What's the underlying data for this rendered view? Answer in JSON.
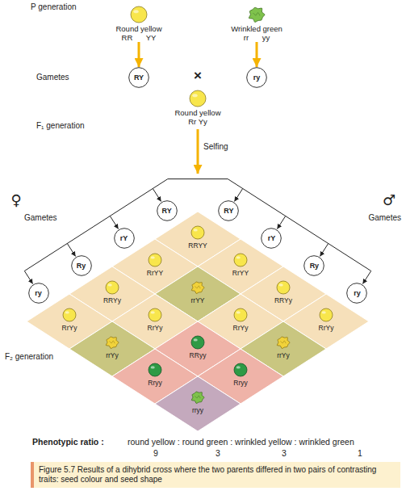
{
  "diagram": {
    "caption": "Figure 5.7 Results of a dihybrid cross where the two parents differed in two pairs of contrasting traits: seed colour and seed shape",
    "nodes": [
      {
        "text": [
          "Round yellow",
          "RR YY"
        ]
      },
      {
        "text": [
          "Wrinkled green",
          "rr yy"
        ]
      },
      {
        "text": [
          "RY"
        ]
      },
      {
        "text": [
          "ry"
        ]
      },
      {
        "text": [
          "Round yellow",
          "Rr Yy"
        ]
      },
      {
        "text": [
          "RY"
        ]
      },
      {
        "text": [
          "rY"
        ]
      },
      {
        "text": [
          "Ry"
        ]
      },
      {
        "text": [
          "ry"
        ]
      },
      {
        "text": [
          "RY"
        ]
      },
      {
        "text": [
          "rY"
        ]
      },
      {
        "text": [
          "Ry"
        ]
      },
      {
        "text": [
          "ry"
        ]
      },
      {
        "text": [
          "RRYY"
        ]
      },
      {
        "text": [
          "RrYY"
        ]
      },
      {
        "text": [
          "RrYY"
        ]
      },
      {
        "text": [
          "RRYy"
        ]
      },
      {
        "text": [
          "rrYY"
        ]
      },
      {
        "text": [
          "RRYy"
        ]
      },
      {
        "text": [
          "RrYy"
        ]
      },
      {
        "text": [
          "RrYy"
        ]
      },
      {
        "text": [
          "RrYy"
        ]
      },
      {
        "text": [
          "RrYy"
        ]
      },
      {
        "text": [
          "rrYy"
        ]
      },
      {
        "text": [
          "RRyy"
        ]
      },
      {
        "text": [
          "rrYy"
        ]
      },
      {
        "text": [
          "Rryy"
        ]
      },
      {
        "text": [
          "Rryy"
        ]
      },
      {
        "text": [
          "rryy"
        ]
      }
    ],
    "edges": [
      {
        "from": 0,
        "to": 2,
        "arrow": "to"
      },
      {
        "from": 1,
        "to": 3,
        "arrow": "to"
      }
    ],
    "labels": [
      "P generation",
      "Gametes",
      "×",
      "F₁ generation",
      "Selfing",
      "♀",
      "Gametes",
      "♂",
      "Gametes",
      "F₂ generation",
      "Phenotypic ratio :",
      "round yellow : round green : wrinkled yellow : wrinkled green",
      "9",
      "3",
      "3",
      "1"
    ]
  }
}
